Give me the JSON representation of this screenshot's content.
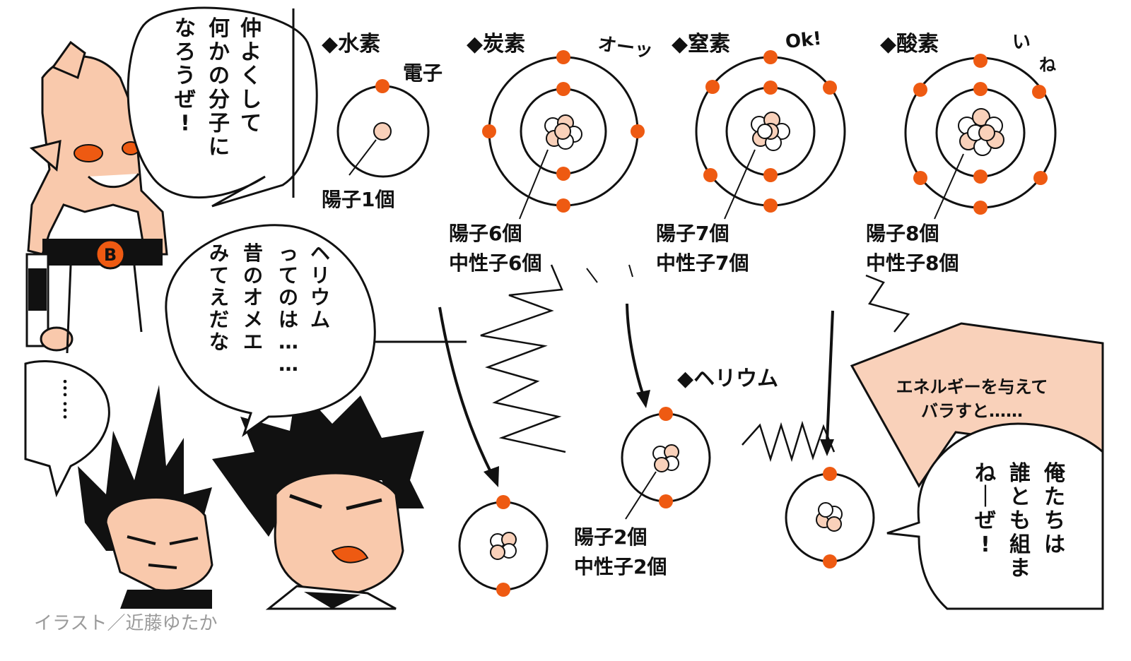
{
  "elements": {
    "hydrogen": {
      "title": "◆水素",
      "electron_label": "電子",
      "proton_label": "陽子1個"
    },
    "carbon": {
      "title": "◆炭素",
      "protons": "陽子6個",
      "neutrons": "中性子6個",
      "sfx": "オーッ"
    },
    "nitrogen": {
      "title": "◆窒素",
      "protons": "陽子7個",
      "neutrons": "中性子7個",
      "sfx": "Ok!"
    },
    "oxygen": {
      "title": "◆酸素",
      "protons": "陽子8個",
      "neutrons": "中性子8個",
      "sfx_1": "い",
      "sfx_2": "ね"
    },
    "helium": {
      "title": "◆ヘリウム",
      "protons": "陽子2個",
      "neutrons": "中性子2個"
    }
  },
  "speech": {
    "bubble_1": [
      "仲よくして",
      "何かの分子に",
      "なろうぜ!"
    ],
    "bubble_2": [
      "ヘリウム",
      "ってのは……",
      "昔のオメエ",
      "みてえだな"
    ],
    "bubble_3": "……",
    "bubble_4": [
      "俺たちは",
      "誰とも組ま",
      "ねーぜ!"
    ]
  },
  "energy_arrow": {
    "line_1": "エネルギーを与えて",
    "line_2": "バラすと……"
  },
  "badge": "B",
  "credit": "イラスト／近藤ゆたか",
  "colors": {
    "electron": "#ee5a12",
    "proton": "#f9d1ba",
    "skin": "#f9c9ac",
    "arrow_fill": "#f9d1ba"
  }
}
